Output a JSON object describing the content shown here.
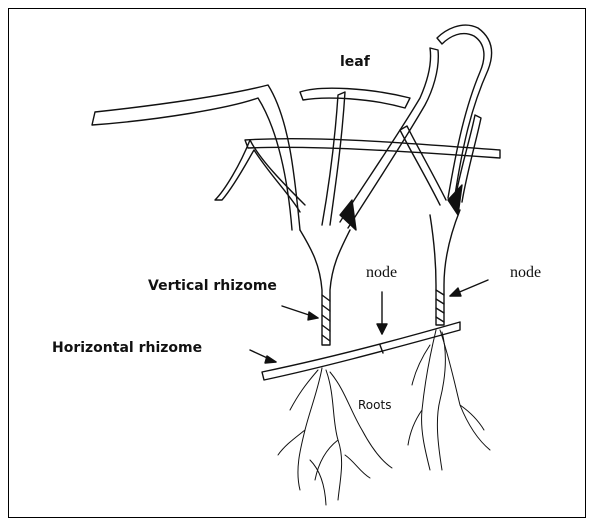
{
  "diagram": {
    "labels": {
      "leaf": "leaf",
      "vertical_rhizome": "Vertical rhizome",
      "horizontal_rhizome": "Horizontal rhizome",
      "node_center": "node",
      "node_right": "node",
      "roots": "Roots"
    }
  }
}
